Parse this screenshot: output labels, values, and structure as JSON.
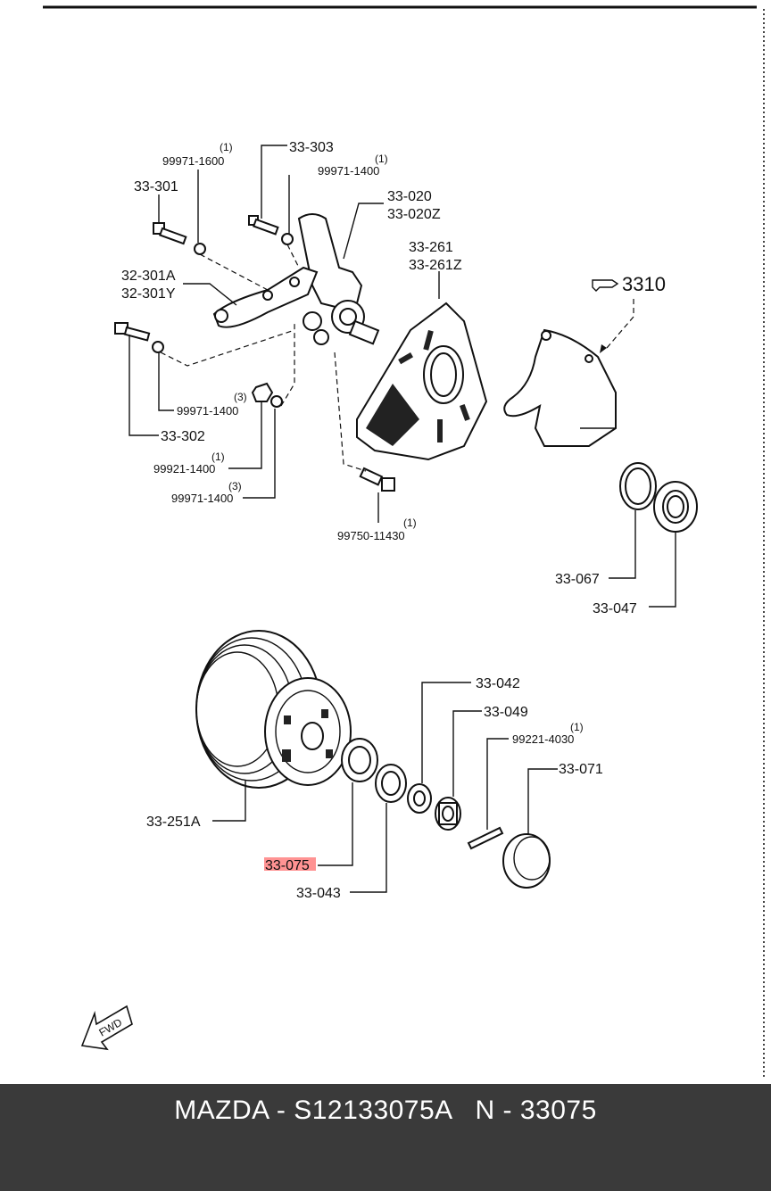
{
  "labels": {
    "l33_303": "33-303",
    "l99971_1600": "99971-1600",
    "q99971_1600": "(1)",
    "l99971_1400a": "99971-1400",
    "q99971_1400a": "(1)",
    "l33_301": "33-301",
    "l33_020": "33-020",
    "l33_020z": "33-020Z",
    "l32_301a": "32-301A",
    "l32_301y": "32-301Y",
    "l33_261": "33-261",
    "l33_261z": "33-261Z",
    "l3310": "3310",
    "l99971_1400b": "99971-1400",
    "q99971_1400b": "(3)",
    "l33_302": "33-302",
    "l99921_1400": "99921-1400",
    "q99921_1400": "(1)",
    "l99971_1400c": "99971-1400",
    "q99971_1400c": "(3)",
    "l99750_11430": "99750-11430",
    "q99750_11430": "(1)",
    "l33_067": "33-067",
    "l33_047": "33-047",
    "l33_042": "33-042",
    "l33_049": "33-049",
    "l99221_4030": "99221-4030",
    "q99221_4030": "(1)",
    "l33_071": "33-071",
    "l33_251a": "33-251A",
    "l33_075": "33-075",
    "l33_043": "33-043",
    "fwd": "FWD"
  },
  "highlight_color": "#ff3b3b",
  "footer": {
    "text": "MAZDA - S12133075A   N - 33075"
  }
}
